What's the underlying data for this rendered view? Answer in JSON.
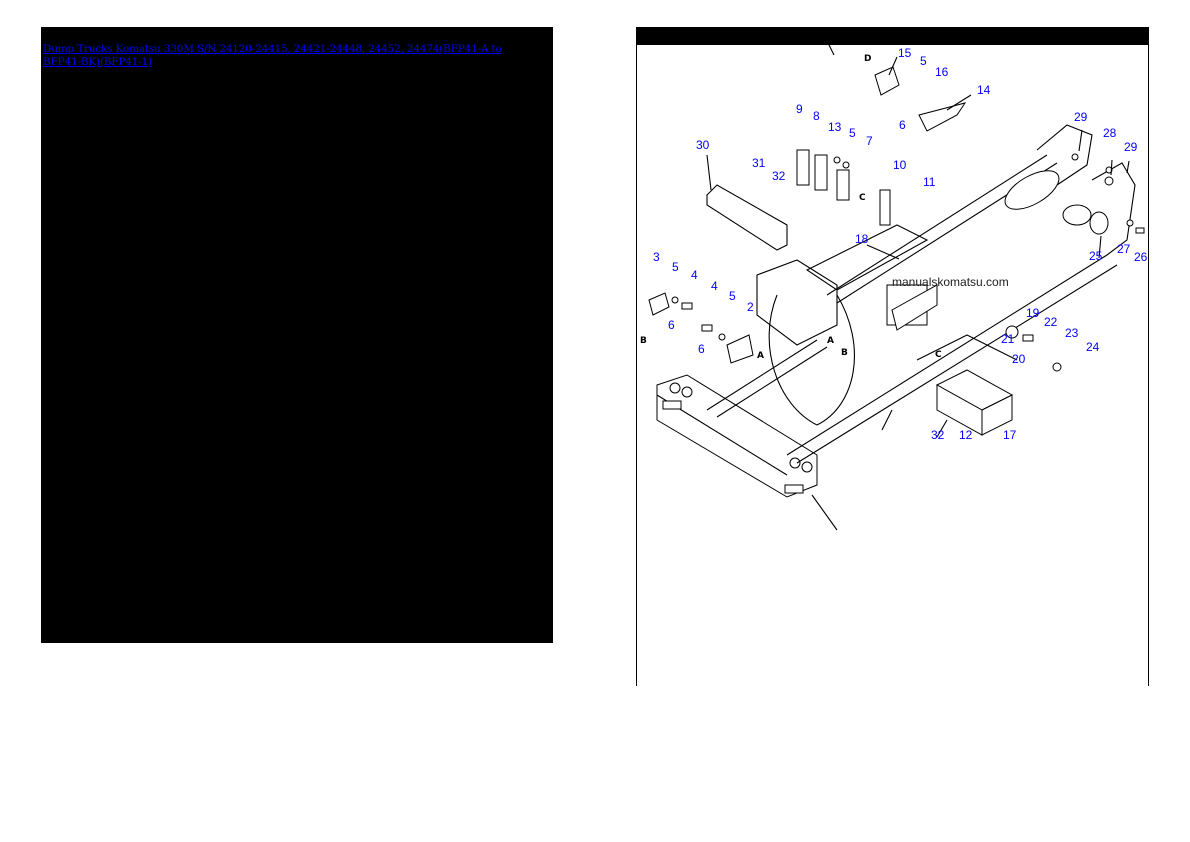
{
  "left_panel": {
    "title_link": "Dump Trucks Komatsu 330M S/N 24120-24415, 24421-24448, 24452, 24474(BFP41-A to BFP41-BK)(BFP41-1)",
    "background": "#000000",
    "link_color": "#0000ee"
  },
  "right_panel": {
    "header_color": "#000000",
    "diagram": {
      "title": "Frame exploded parts diagram",
      "watermark": "manualskomatsu.com",
      "callout_color": "#0000ff",
      "callouts": [
        "15",
        "5",
        "16",
        "14",
        "6",
        "9",
        "8",
        "13",
        "5",
        "7",
        "10",
        "11",
        "30",
        "31",
        "32",
        "29",
        "28",
        "29",
        "27",
        "26",
        "25",
        "18",
        "3",
        "5",
        "4",
        "4",
        "5",
        "2",
        "6",
        "6",
        "19",
        "22",
        "23",
        "24",
        "21",
        "20",
        "32",
        "12",
        "17"
      ],
      "view_letters": [
        "D",
        "C",
        "B",
        "A",
        "A",
        "B",
        "C"
      ]
    }
  }
}
